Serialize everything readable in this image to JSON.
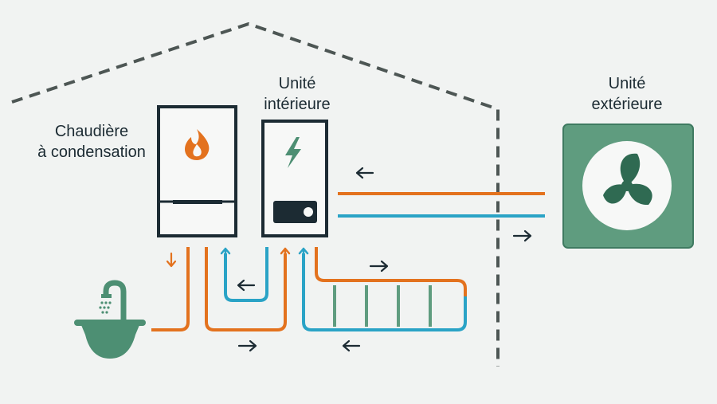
{
  "labels": {
    "boiler_line1": "Chaudière",
    "boiler_line2": "à condensation",
    "indoor_line1": "Unité",
    "indoor_line2": "intérieure",
    "outdoor_line1": "Unité",
    "outdoor_line2": "extérieure"
  },
  "colors": {
    "background": "#f1f3f2",
    "outline": "#1c2b33",
    "hot_pipe": "#e3721e",
    "cold_pipe": "#2aa3c6",
    "green": "#4d8f73",
    "outdoor_unit": "#5f9c7f",
    "fan_blade": "#2f6a52",
    "house_outline": "#4d5654"
  },
  "icons": {
    "boiler": "flame-icon",
    "indoor_unit": "lightning-icon",
    "outdoor_unit": "fan-icon",
    "basin": "shower-basin-icon",
    "emitter": "radiator-icon",
    "flow": "arrow-icon"
  }
}
